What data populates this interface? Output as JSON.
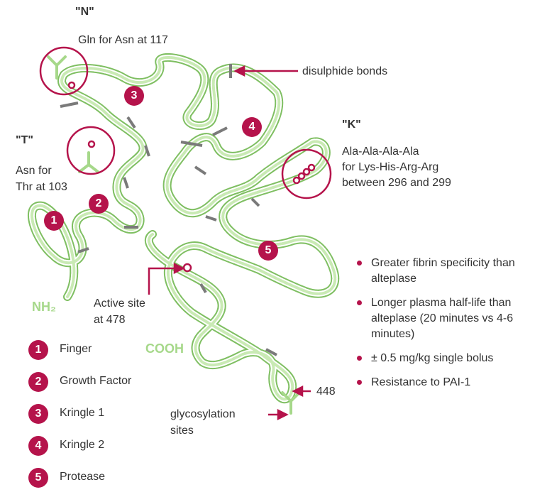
{
  "labels": {
    "n_mark": "\"N\"",
    "n_text": "Gln for Asn at 117",
    "t_mark": "\"T\"",
    "t_text_1": "Asn for",
    "t_text_2": "Thr at 103",
    "k_mark": "\"K\"",
    "k_text_1": "Ala-Ala-Ala-Ala",
    "k_text_2": "for Lys-His-Arg-Arg",
    "k_text_3": "between 296 and 299",
    "disulphide": "disulphide bonds",
    "nh2": "NH₂",
    "cooh": "COOH",
    "active_site_1": "Active site",
    "active_site_2": "at 478",
    "n448": "448",
    "glyco_1": "glycosylation",
    "glyco_2": "sites"
  },
  "domain_badges": [
    "1",
    "2",
    "3",
    "4",
    "5"
  ],
  "legend": [
    {
      "num": "1",
      "label": "Finger"
    },
    {
      "num": "2",
      "label": "Growth Factor"
    },
    {
      "num": "3",
      "label": "Kringle 1"
    },
    {
      "num": "4",
      "label": "Kringle 2"
    },
    {
      "num": "5",
      "label": "Protease"
    }
  ],
  "bullets": [
    "Greater fibrin specificity than alteplase",
    "Longer plasma half-life than alteplase (20 minutes vs 4-6 minutes)",
    "± 0.5 mg/kg single bolus",
    "Resistance to PAI-1"
  ],
  "colors": {
    "chain": "#a6d88a",
    "chain_dark": "#7fbf62",
    "accent": "#b5134b",
    "bond": "#7a7a7a"
  }
}
